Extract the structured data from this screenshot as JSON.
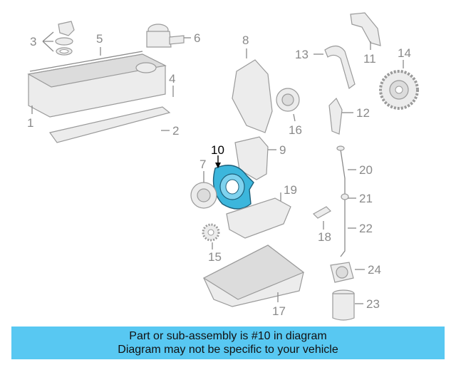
{
  "callouts": {
    "c1": "1",
    "c2": "2",
    "c3": "3",
    "c4": "4",
    "c5": "5",
    "c6": "6",
    "c7": "7",
    "c8": "8",
    "c9": "9",
    "c10": "10",
    "c11": "11",
    "c12": "12",
    "c13": "13",
    "c14": "14",
    "c15": "15",
    "c16": "16",
    "c17": "17",
    "c18": "18",
    "c19": "19",
    "c20": "20",
    "c21": "21",
    "c22": "22",
    "c23": "23",
    "c24": "24"
  },
  "highlight_color": "#3cb6dc",
  "banner": {
    "line1": "Part or sub-assembly is #10 in diagram",
    "line2": "Diagram may not be specific to your vehicle",
    "color": "#58c8f2"
  }
}
